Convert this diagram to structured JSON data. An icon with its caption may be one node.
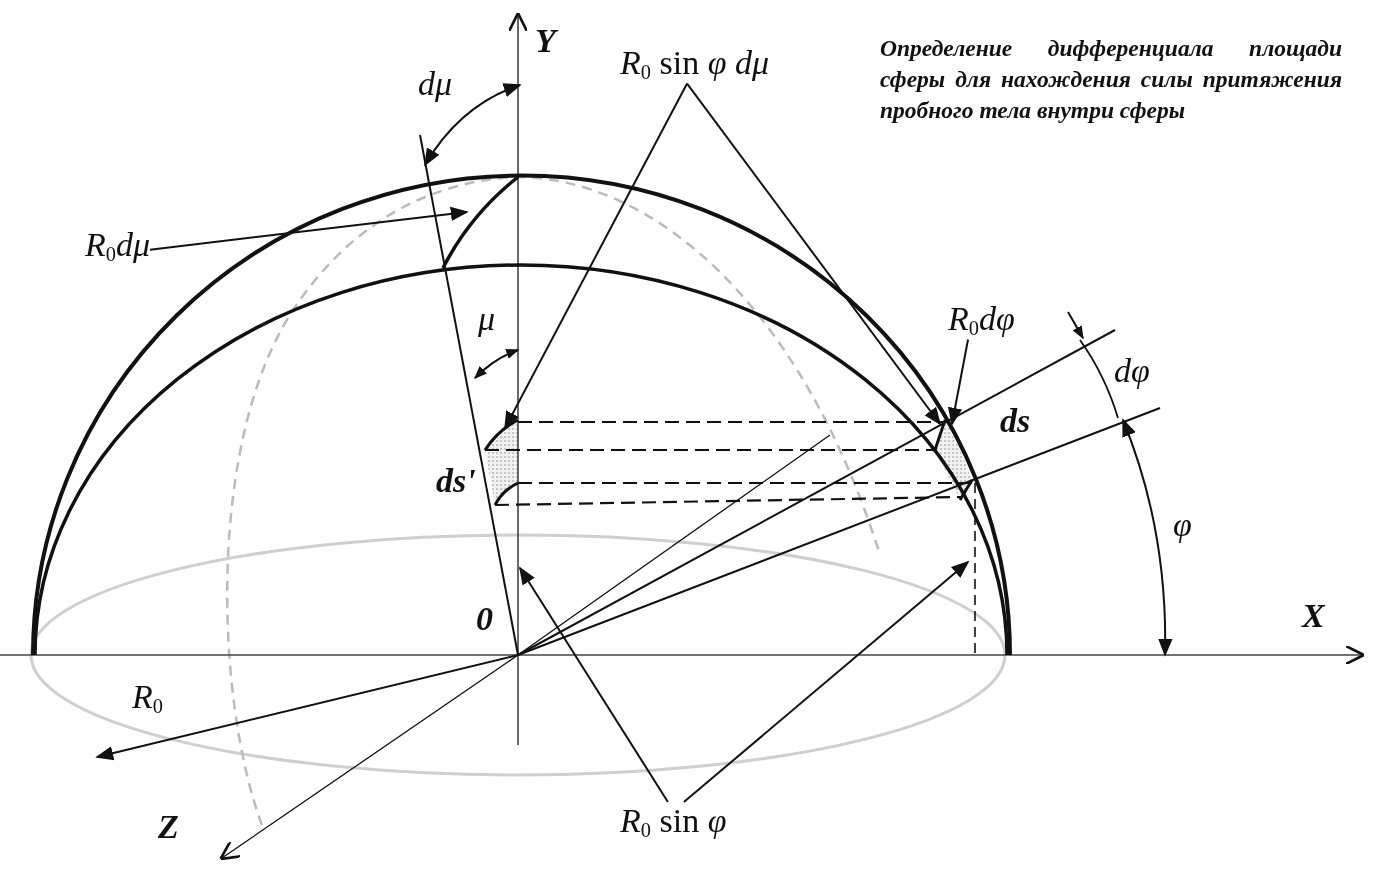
{
  "diagram": {
    "title": "Определение дифференциала площади сферы для нахождения силы притяжения пробного тела внутри сферы",
    "nodes": [
      {
        "text": [
          "*R*$_{0}$*dμ*"
        ]
      },
      {
        "text": [
          "*R*$_{0}$ sin *φ dμ*"
        ]
      },
      {
        "text": [
          "*R*$_{0}$*dφ*"
        ]
      },
      {
        "text": [
          "*R*$_{0}$ sin *φ*"
        ]
      },
      {
        "text": [],
        "shape": "box",
        "beside": [
          "ds'"
        ]
      },
      {
        "text": [],
        "shape": "box",
        "beside": [
          "ds"
        ]
      },
      {
        "text": [],
        "shape": "arc"
      }
    ],
    "edges": [
      {
        "from": 0,
        "to": 6,
        "arrow": "to"
      },
      {
        "from": 1,
        "to": 4,
        "arrow": "to"
      },
      {
        "from": 1,
        "to": 5,
        "arrow": "to"
      },
      {
        "from": 2,
        "to": 5,
        "arrow": "to"
      },
      {
        "from": 3,
        "to": null,
        "arrow": "to"
      },
      {
        "from": 3,
        "to": null,
        "arrow": "to"
      }
    ],
    "labels": [
      "Y",
      "*dμ*",
      "*μ*",
      "*dφ*",
      "*φ*",
      "X",
      "0",
      "*R*$_{0}$",
      "Z"
    ]
  }
}
